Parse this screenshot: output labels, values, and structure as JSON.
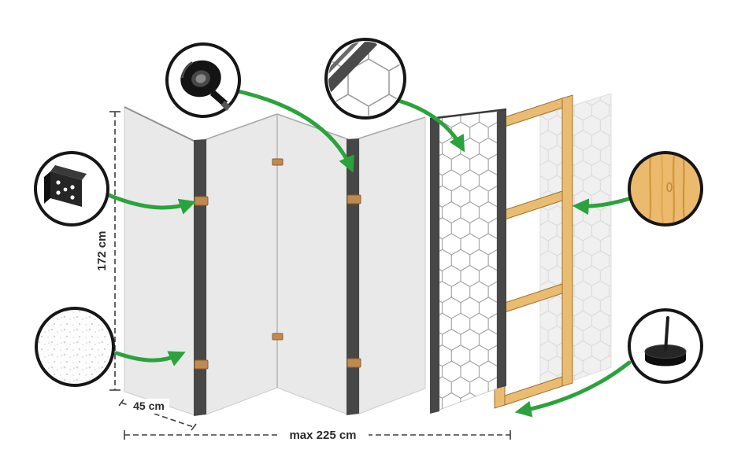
{
  "diagram": {
    "title": "room-divider-construction-diagram",
    "labels": {
      "height": "172 cm",
      "panel_width": "45 cm",
      "max_width": "max 225 cm"
    },
    "callouts": {
      "tape": "adhesive-tape-roll",
      "hinge": "metal-hinge-bracket",
      "texture": "canvas-surface-texture",
      "pattern": "geometric-cube-pattern-detail",
      "wood": "pine-wood-material",
      "foot": "rubber-foot-with-pin"
    },
    "colors": {
      "background": "#ffffff",
      "arrow_green": "#2ba33c",
      "panel_gray": "#e9e9e9",
      "edge_dark": "#474747",
      "outline_dark": "#161616",
      "dimension_gray": "#3e3e3e",
      "wood_fill": "#e9bc72",
      "wood_outline": "#9c7334",
      "hinge_tan": "#c08a4f",
      "pattern_line": "#9e9e9e",
      "pattern_line_faint": "#d9d9d9"
    }
  }
}
